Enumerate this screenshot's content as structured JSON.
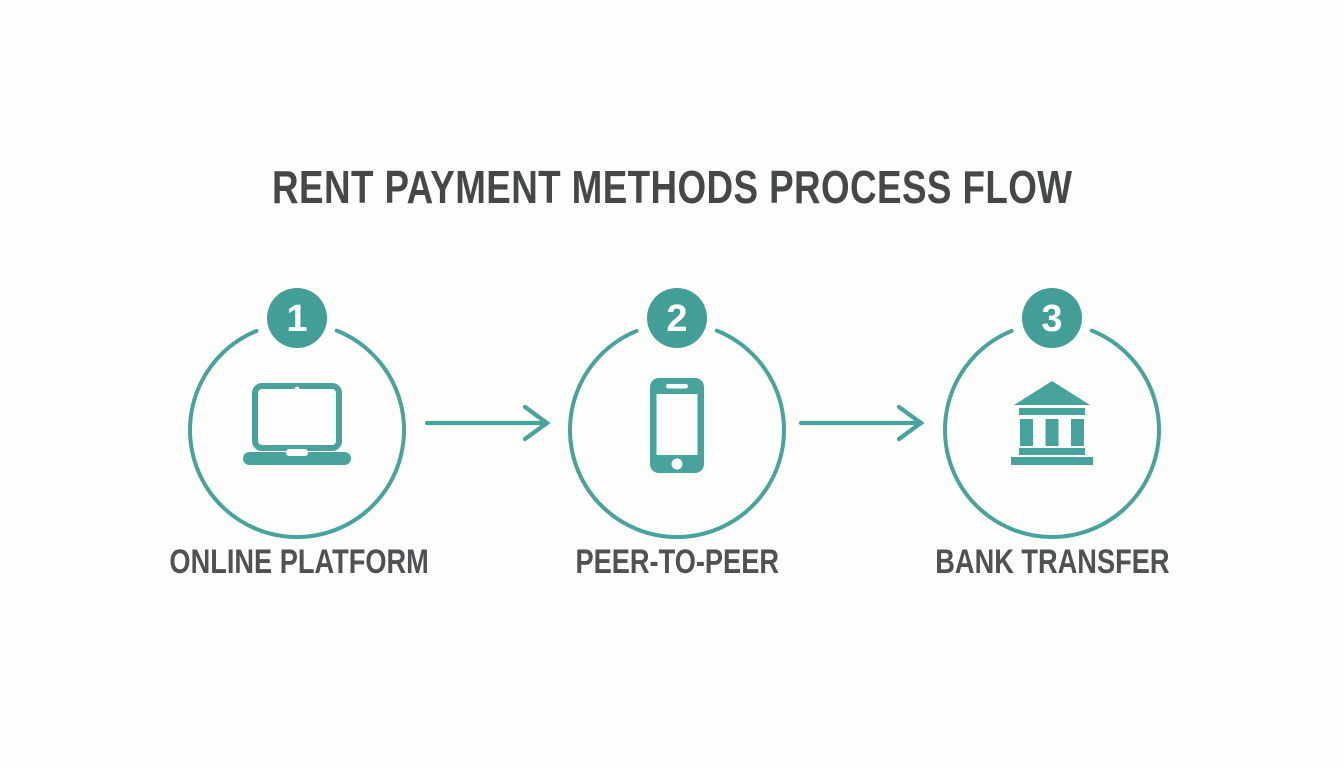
{
  "title": "RENT PAYMENT METHODS PROCESS FLOW",
  "colors": {
    "teal": "#47a39c",
    "badge_fill": "#439e97",
    "title_text": "#454849",
    "label_text": "#4e5254",
    "background": "#fdfdfc",
    "icon_cutout": "#ffffff"
  },
  "steps": [
    {
      "number": "1",
      "label": "ONLINE PLATFORM",
      "icon": "laptop-icon"
    },
    {
      "number": "2",
      "label": "PEER-TO-PEER",
      "icon": "smartphone-icon"
    },
    {
      "number": "3",
      "label": "BANK TRANSFER",
      "icon": "bank-icon"
    }
  ],
  "connectors": [
    {
      "type": "arrow-right"
    },
    {
      "type": "arrow-right"
    }
  ]
}
